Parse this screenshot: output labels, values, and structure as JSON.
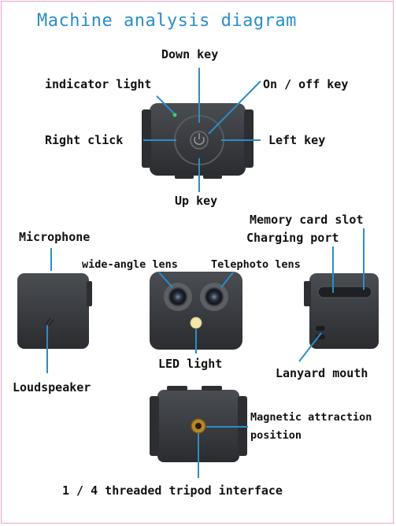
{
  "title": "Machine analysis diagram",
  "labels": {
    "down_key": "Down key",
    "indicator_light": "indicator light",
    "on_off_key": "On / off key",
    "right_click": "Right click",
    "left_key": "Left key",
    "up_key": "Up key",
    "memory_card_slot": "Memory card slot",
    "charging_port": "Charging port",
    "microphone": "Microphone",
    "wide_angle_lens": "wide-angle lens",
    "telephoto_lens": "Telephoto lens",
    "led_light": "LED light",
    "lanyard_mouth": "Lanyard mouth",
    "loudspeaker": "Loudspeaker",
    "magnetic_attraction": "Magnetic attraction",
    "position": "position",
    "tripod_interface": "1 / 4 threaded tripod interface"
  },
  "colors": {
    "title": "#2a8ec9",
    "leader_line": "#2a8ec9",
    "border": "#e6a7cf",
    "body": "#3a3c40",
    "indicator": "#39d353",
    "led": "#f4e7a8"
  }
}
